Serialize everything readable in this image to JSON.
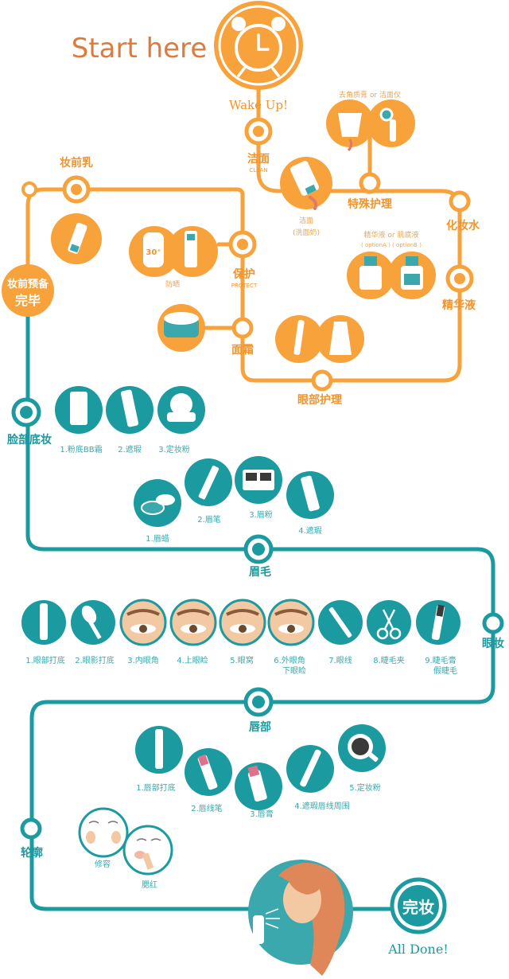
{
  "colors": {
    "orange": "#f7a23b",
    "orange_dark": "#f0952e",
    "teal": "#1b9aa0",
    "teal_light": "#3aa8ad",
    "start_text": "#e07a3c",
    "skin": "#f2c9a3"
  },
  "start": {
    "title": "Start here",
    "wake": "Wake Up!",
    "clock_icon": "alarm-clock-icon"
  },
  "orange_section": {
    "cleanse": {
      "title": "洁面",
      "en": "CLEAN",
      "item": "洁面\n(洗面奶)"
    },
    "special": {
      "title": "特殊护理",
      "note": "去角质膏 or 洁面仪"
    },
    "toner": {
      "title": "化妆水"
    },
    "serum": {
      "title": "精华液",
      "note_line1": "精华液 or 肌底液",
      "note_line2": "( optionA ) ( optionB )"
    },
    "eye_care": {
      "title": "眼部护理"
    },
    "cream": {
      "title": "面霜"
    },
    "protect": {
      "title": "保护",
      "en": "PROTECT",
      "item": "防晒"
    },
    "primer": {
      "title": "妆前乳"
    },
    "prep_done": {
      "line1": "妆前预备",
      "line2": "完毕"
    }
  },
  "face_base": {
    "title": "脸部底妆",
    "steps": [
      "1.粉底BB霜",
      "2.遮瑕",
      "3.定妆粉"
    ]
  },
  "brow": {
    "title": "眉毛",
    "steps": [
      "1.眉蜡",
      "2.眉笔",
      "3.眉粉",
      "4.遮瑕"
    ]
  },
  "eye": {
    "title": "眼妆",
    "steps": [
      "1.眼部打底",
      "2.眼影打底",
      "3.内眼角",
      "4.上眼睑",
      "5.眼窝",
      "6.外眼角\n下眼睑",
      "7.眼线",
      "8.睫毛夹",
      "9.睫毛膏\n假睫毛"
    ]
  },
  "lip": {
    "title": "唇部",
    "steps": [
      "1.唇部打底",
      "2.唇线笔",
      "3.唇膏",
      "4.遮瑕唇线周围",
      "5.定妆粉"
    ]
  },
  "contour": {
    "title": "轮廓",
    "steps": [
      "修容",
      "腮红"
    ]
  },
  "finish": {
    "badge": "完妆",
    "text": "All Done!"
  }
}
